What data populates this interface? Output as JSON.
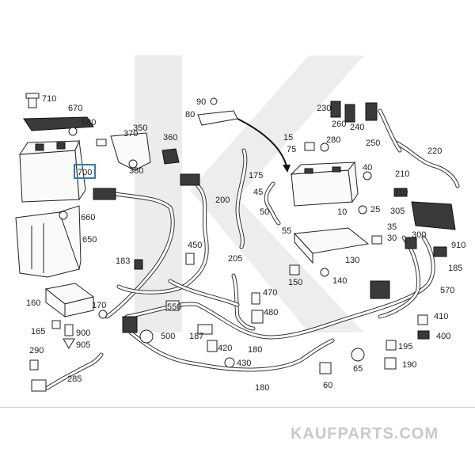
{
  "brand": "KAUFPARTS.COM",
  "highlight_color": "#2a7fb5",
  "labels": {
    "p710": "710",
    "p670": "670",
    "p680": "680",
    "p370": "370",
    "p350": "350",
    "p360": "360",
    "p380": "380",
    "p700": "700",
    "p660": "660",
    "p650": "650",
    "p183": "183",
    "p450": "450",
    "p200": "200",
    "p175": "175",
    "p90": "90",
    "p80": "80",
    "p230": "230",
    "p260": "260",
    "p240": "240",
    "p220": "220",
    "p15": "15",
    "p280": "280",
    "p250": "250",
    "p75": "75",
    "p40": "40",
    "p210": "210",
    "p45": "45",
    "p50": "50",
    "p55": "55",
    "p10": "10",
    "p25": "25",
    "p310": "310",
    "p305": "305",
    "p35": "35",
    "p30": "30",
    "p300": "300",
    "p910": "910",
    "p130": "130",
    "p205": "205",
    "p150": "150",
    "p140": "140",
    "p185": "185",
    "p160": "160",
    "p170": "170",
    "p550": "550",
    "p470": "470",
    "p570": "570",
    "p480": "480",
    "p410": "410",
    "p400": "400",
    "p165": "165",
    "p900": "900",
    "p905": "905",
    "p500": "500",
    "p187": "187",
    "p420": "420",
    "p180a": "180",
    "p195": "195",
    "p290": "290",
    "p430": "430",
    "p65": "65",
    "p190": "190",
    "p285": "285",
    "p60": "60",
    "p180b": "180"
  }
}
